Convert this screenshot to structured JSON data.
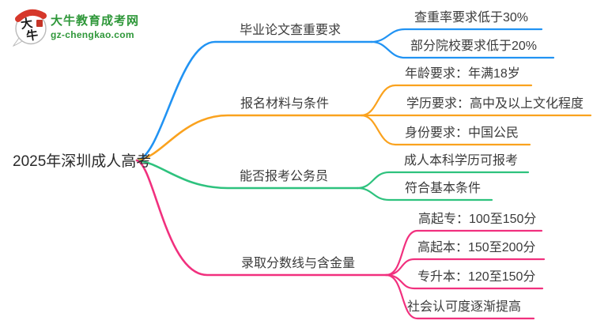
{
  "logo": {
    "icon_char_1": "大",
    "icon_char_2": "牛",
    "site_name": "大牛教育成考网",
    "site_domain": "gz-chengkao.com",
    "brand_color": "#2E9739",
    "accent_red": "#D6382B"
  },
  "root": {
    "label": "2025年深圳成人高考"
  },
  "branches": [
    {
      "label": "毕业论文查重要求",
      "color": "#2193F3",
      "children": [
        "查重率要求低于30%",
        "部分院校要求低于20%"
      ]
    },
    {
      "label": "报名材料与条件",
      "color": "#FAA21E",
      "children": [
        "年龄要求：年满18岁",
        "学历要求：高中及以上文化程度",
        "身份要求：中国公民"
      ]
    },
    {
      "label": "能否报考公务员",
      "color": "#2EC27E",
      "children": [
        "成人本科学历可报考",
        "符合基本条件"
      ]
    },
    {
      "label": "录取分数线与含金量",
      "color": "#F1307E",
      "children": [
        "高起专：100至150分",
        "高起本：150至200分",
        "专升本：120至150分",
        "社会认可度逐渐提高"
      ]
    }
  ]
}
